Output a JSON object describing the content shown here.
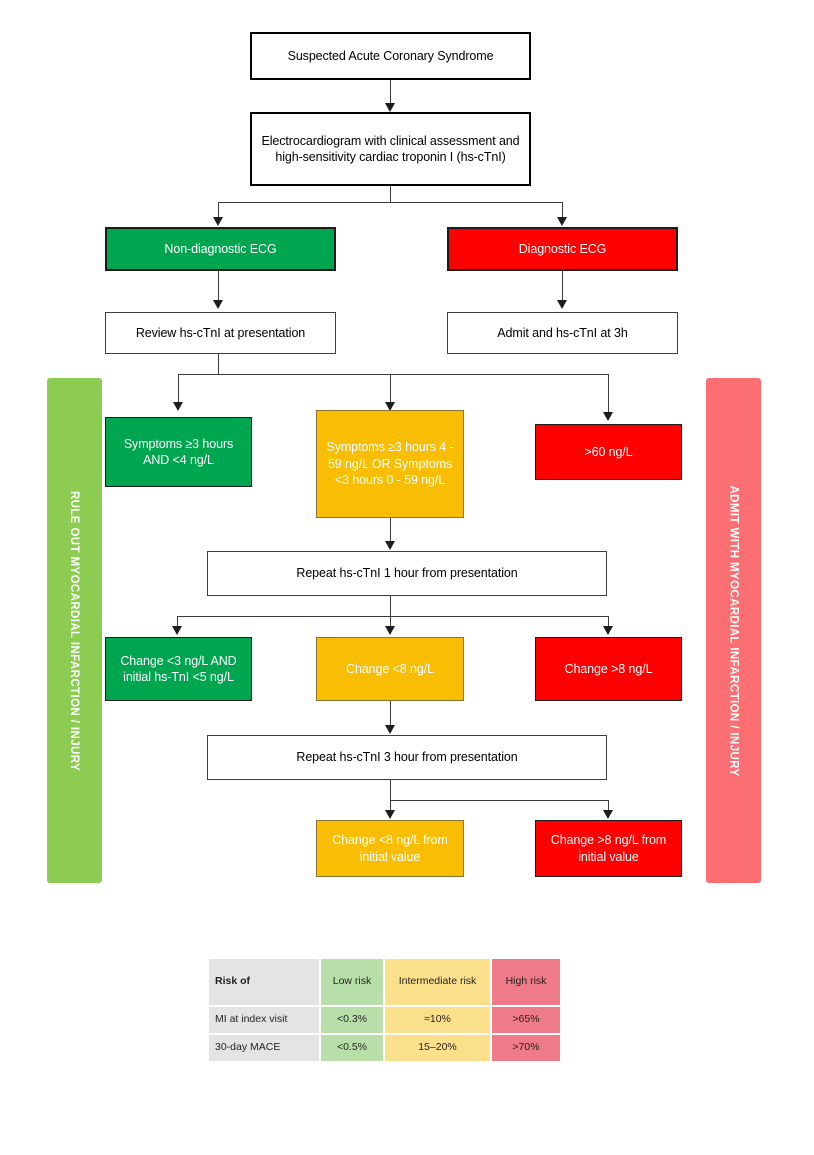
{
  "flow": {
    "title_box": "Suspected Acute Coronary Syndrome",
    "assessment_box": "Electrocardiogram with clinical assessment and high-sensitivity cardiac troponin I (hs-cTnI)",
    "ecg_nondiagnostic": "Non-diagnostic ECG",
    "ecg_diagnostic": "Diagnostic ECG",
    "review_presentation": "Review hs-cTnI at presentation",
    "admit_3h": "Admit and hs-cTnI at 3h",
    "rule_out_green": "Symptoms ≥3 hours AND <4 ng/L",
    "observe_amber": "Symptoms ≥3 hours 4 - 59 ng/L OR Symptoms <3 hours  0 - 59 ng/L",
    "ruled_in_red": ">60 ng/L",
    "repeat_1h": "Repeat hs-cTnI 1 hour from presentation",
    "change_green_1h": "Change <3 ng/L AND initial hs-TnI <5 ng/L",
    "change_amber_1h": "Change <8 ng/L",
    "change_red_1h": "Change >8 ng/L",
    "repeat_3h": "Repeat hs-cTnI 3 hour from presentation",
    "change_amber_3h": "Change <8 ng/L from initial value",
    "change_red_3h": "Change >8 ng/L from initial value"
  },
  "banners": {
    "left": "RULE OUT MYOCARDIAL INFARCTION / INJURY",
    "right": "ADMIT WITH MYOCARDIAL INFARCTION / INJURY"
  },
  "risk_table": {
    "header": {
      "rowhead": "Risk of",
      "low": "Low risk",
      "intermediate": "Intermediate risk",
      "high": "High risk"
    },
    "rows": [
      {
        "label": "MI at index visit",
        "low": "<0.3%",
        "intermediate": "≈10%",
        "high": ">65%"
      },
      {
        "label": "30-day MACE",
        "low": "<0.5%",
        "intermediate": "15–20%",
        "high": ">70%"
      }
    ]
  },
  "colors": {
    "green": "#00a550",
    "red": "#fe0000",
    "amber": "#f9be04",
    "banner_left": "#8ccc52",
    "banner_right": "#fb6f72",
    "table_low": "#b8dfa9",
    "table_intermediate": "#fbe08b",
    "table_high": "#ee7b87",
    "table_head": "#e4e4e4"
  }
}
